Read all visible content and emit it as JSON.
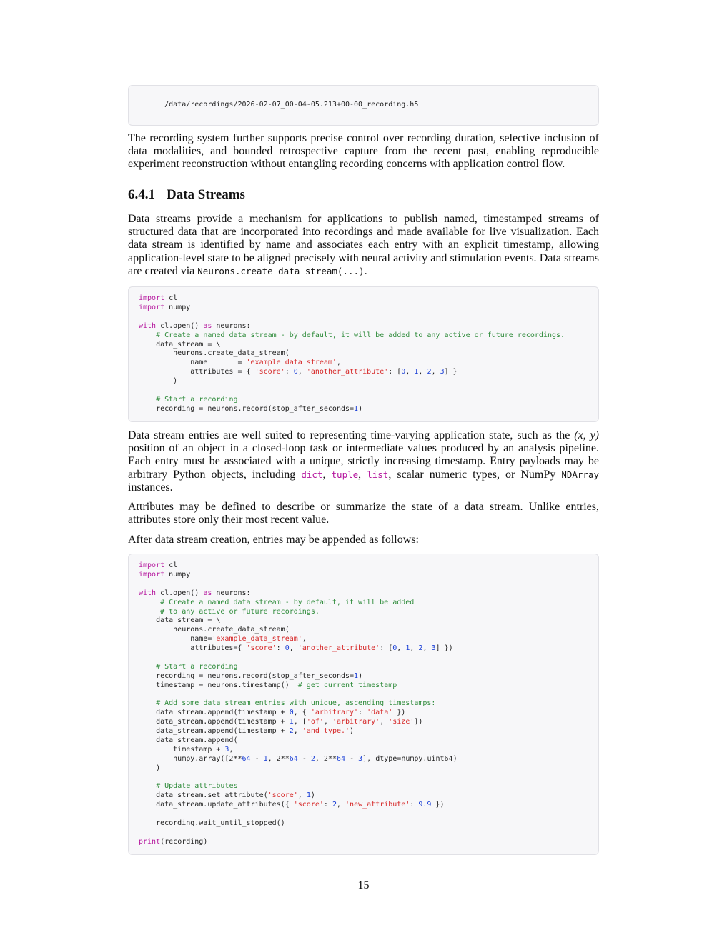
{
  "path_box": {
    "text": "/data/recordings/2026-02-07_00-04-05.213+00-00_recording.h5"
  },
  "para_intro": "The recording system further supports precise control over recording duration, selective inclusion of data modalities, and bounded retrospective capture from the recent past, enabling reproducible experiment reconstruction without entangling recording concerns with application control flow.",
  "section": {
    "number": "6.4.1",
    "title": "Data Streams"
  },
  "para_streams": {
    "text": "Data streams provide a mechanism for applications to publish named, timestamped streams of structured data that are incorporated into recordings and made available for live visualization. Each data stream is identified by name and associates each entry with an explicit timestamp, allowing application-level state to be aligned precisely with neural activity and stimulation events. Data streams are created via",
    "code": "Neurons.create_data_stream(...)",
    "end": "."
  },
  "code_block_1": [
    [
      [
        "kw",
        "import"
      ],
      [
        "t",
        " cl"
      ]
    ],
    [
      [
        "kw",
        "import"
      ],
      [
        "t",
        " numpy"
      ]
    ],
    [],
    [
      [
        "kw",
        "with"
      ],
      [
        "t",
        " cl.open() "
      ],
      [
        "kw",
        "as"
      ],
      [
        "t",
        " neurons:"
      ]
    ],
    [
      [
        "t",
        "    "
      ],
      [
        "cm",
        "# Create a named data stream - by default, it will be added to any active or future recordings."
      ]
    ],
    [
      [
        "t",
        "    data_stream = \\"
      ]
    ],
    [
      [
        "t",
        "        neurons.create_data_stream("
      ]
    ],
    [
      [
        "t",
        "            name       = "
      ],
      [
        "st",
        "'example_data_stream'"
      ],
      [
        "t",
        ","
      ]
    ],
    [
      [
        "t",
        "            attributes = { "
      ],
      [
        "st",
        "'score'"
      ],
      [
        "t",
        ": "
      ],
      [
        "nu",
        "0"
      ],
      [
        "t",
        ", "
      ],
      [
        "st",
        "'another_attribute'"
      ],
      [
        "t",
        ": ["
      ],
      [
        "nu",
        "0"
      ],
      [
        "t",
        ", "
      ],
      [
        "nu",
        "1"
      ],
      [
        "t",
        ", "
      ],
      [
        "nu",
        "2"
      ],
      [
        "t",
        ", "
      ],
      [
        "nu",
        "3"
      ],
      [
        "t",
        "] }"
      ]
    ],
    [
      [
        "t",
        "        )"
      ]
    ],
    [],
    [
      [
        "t",
        "    "
      ],
      [
        "cm",
        "# Start a recording"
      ]
    ],
    [
      [
        "t",
        "    recording = neurons.record(stop_after_seconds="
      ],
      [
        "nu",
        "1"
      ],
      [
        "t",
        ")"
      ]
    ]
  ],
  "para_entries": {
    "a": "Data stream entries are well suited to representing time-varying application state, such as the",
    "math": "(x, y)",
    "b": "position of an object in a closed-loop task or intermediate values produced by an analysis pipeline. Each entry must be associated with a unique, strictly increasing timestamp. Entry payloads may be arbitrary Python objects, including",
    "dict": "dict",
    "sep1": ",",
    "tuple": "tuple",
    "sep2": ",",
    "list": "list",
    "c": ", scalar numeric types, or NumPy",
    "ndarray": "NDArray",
    "d": "instances."
  },
  "para_attributes": "Attributes may be defined to describe or summarize the state of a data stream. Unlike entries, attributes store only their most recent value.",
  "para_append": "After data stream creation, entries may be appended as follows:",
  "code_block_2": [
    [
      [
        "kw",
        "import"
      ],
      [
        "t",
        " cl"
      ]
    ],
    [
      [
        "kw",
        "import"
      ],
      [
        "t",
        " numpy"
      ]
    ],
    [],
    [
      [
        "kw",
        "with"
      ],
      [
        "t",
        " cl.open() "
      ],
      [
        "kw",
        "as"
      ],
      [
        "t",
        " neurons:"
      ]
    ],
    [
      [
        "t",
        "     "
      ],
      [
        "cm",
        "# Create a named data stream - by default, it will be added"
      ]
    ],
    [
      [
        "t",
        "     "
      ],
      [
        "cm",
        "# to any active or future recordings."
      ]
    ],
    [
      [
        "t",
        "    data_stream = \\"
      ]
    ],
    [
      [
        "t",
        "        neurons.create_data_stream("
      ]
    ],
    [
      [
        "t",
        "            name="
      ],
      [
        "st",
        "'example_data_stream'"
      ],
      [
        "t",
        ","
      ]
    ],
    [
      [
        "t",
        "            attributes={ "
      ],
      [
        "st",
        "'score'"
      ],
      [
        "t",
        ": "
      ],
      [
        "nu",
        "0"
      ],
      [
        "t",
        ", "
      ],
      [
        "st",
        "'another_attribute'"
      ],
      [
        "t",
        ": ["
      ],
      [
        "nu",
        "0"
      ],
      [
        "t",
        ", "
      ],
      [
        "nu",
        "1"
      ],
      [
        "t",
        ", "
      ],
      [
        "nu",
        "2"
      ],
      [
        "t",
        ", "
      ],
      [
        "nu",
        "3"
      ],
      [
        "t",
        "] })"
      ]
    ],
    [],
    [
      [
        "t",
        "    "
      ],
      [
        "cm",
        "# Start a recording"
      ]
    ],
    [
      [
        "t",
        "    recording = neurons.record(stop_after_seconds="
      ],
      [
        "nu",
        "1"
      ],
      [
        "t",
        ")"
      ]
    ],
    [
      [
        "t",
        "    timestamp = neurons.timestamp()  "
      ],
      [
        "cm",
        "# get current timestamp"
      ]
    ],
    [],
    [
      [
        "t",
        "    "
      ],
      [
        "cm",
        "# Add some data stream entries with unique, ascending timestamps:"
      ]
    ],
    [
      [
        "t",
        "    data_stream.append(timestamp + "
      ],
      [
        "nu",
        "0"
      ],
      [
        "t",
        ", { "
      ],
      [
        "st",
        "'arbitrary'"
      ],
      [
        "t",
        ": "
      ],
      [
        "st",
        "'data'"
      ],
      [
        "t",
        " })"
      ]
    ],
    [
      [
        "t",
        "    data_stream.append(timestamp + "
      ],
      [
        "nu",
        "1"
      ],
      [
        "t",
        ", ["
      ],
      [
        "st",
        "'of'"
      ],
      [
        "t",
        ", "
      ],
      [
        "st",
        "'arbitrary'"
      ],
      [
        "t",
        ", "
      ],
      [
        "st",
        "'size'"
      ],
      [
        "t",
        "])"
      ]
    ],
    [
      [
        "t",
        "    data_stream.append(timestamp + "
      ],
      [
        "nu",
        "2"
      ],
      [
        "t",
        ", "
      ],
      [
        "st",
        "'and type.'"
      ],
      [
        "t",
        ")"
      ]
    ],
    [
      [
        "t",
        "    data_stream.append("
      ]
    ],
    [
      [
        "t",
        "        timestamp + "
      ],
      [
        "nu",
        "3"
      ],
      [
        "t",
        ","
      ]
    ],
    [
      [
        "t",
        "        numpy.array([2**"
      ],
      [
        "nu",
        "64"
      ],
      [
        "t",
        " - "
      ],
      [
        "nu",
        "1"
      ],
      [
        "t",
        ", 2**"
      ],
      [
        "nu",
        "64"
      ],
      [
        "t",
        " - "
      ],
      [
        "nu",
        "2"
      ],
      [
        "t",
        ", 2**"
      ],
      [
        "nu",
        "64"
      ],
      [
        "t",
        " - "
      ],
      [
        "nu",
        "3"
      ],
      [
        "t",
        "], dtype=numpy.uint64)"
      ]
    ],
    [
      [
        "t",
        "    )"
      ]
    ],
    [],
    [
      [
        "t",
        "    "
      ],
      [
        "cm",
        "# Update attributes"
      ]
    ],
    [
      [
        "t",
        "    data_stream.set_attribute("
      ],
      [
        "st",
        "'score'"
      ],
      [
        "t",
        ", "
      ],
      [
        "nu",
        "1"
      ],
      [
        "t",
        ")"
      ]
    ],
    [
      [
        "t",
        "    data_stream.update_attributes({ "
      ],
      [
        "st",
        "'score'"
      ],
      [
        "t",
        ": "
      ],
      [
        "nu",
        "2"
      ],
      [
        "t",
        ", "
      ],
      [
        "st",
        "'new_attribute'"
      ],
      [
        "t",
        ": "
      ],
      [
        "nu",
        "9.9"
      ],
      [
        "t",
        " })"
      ]
    ],
    [],
    [
      [
        "t",
        "    recording.wait_until_stopped()"
      ]
    ],
    [],
    [
      [
        "fn",
        "print"
      ],
      [
        "t",
        "(recording)"
      ]
    ]
  ],
  "page_number": "15"
}
